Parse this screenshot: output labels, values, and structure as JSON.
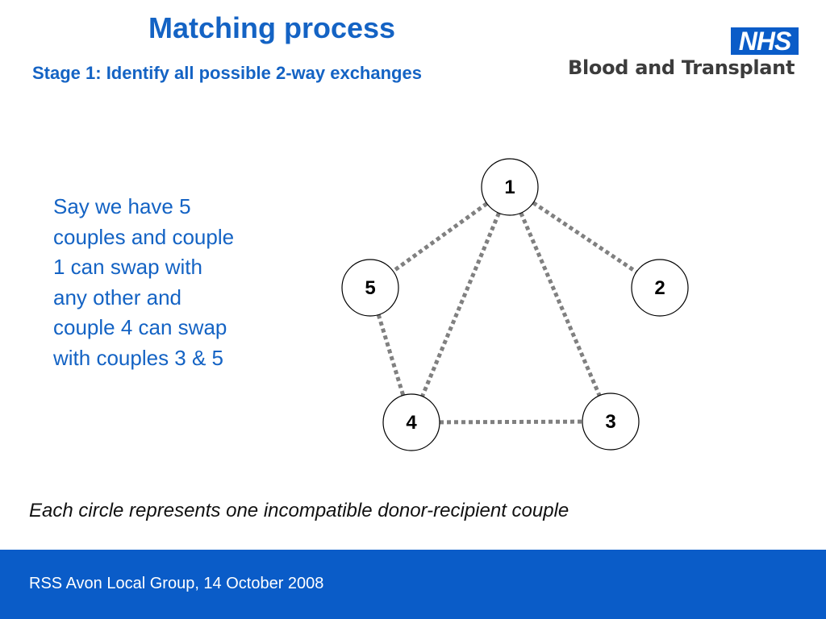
{
  "header": {
    "title": "Matching process",
    "subtitle": "Stage 1: Identify all possible 2-way exchanges"
  },
  "logo": {
    "nhs": "NHS",
    "org": "Blood and Transplant"
  },
  "body_text": "Say we have 5 couples and couple 1 can swap with any other and couple 4 can swap with couples 3 & 5",
  "diagram": {
    "nodes": [
      {
        "id": "1",
        "label": "1"
      },
      {
        "id": "2",
        "label": "2"
      },
      {
        "id": "3",
        "label": "3"
      },
      {
        "id": "4",
        "label": "4"
      },
      {
        "id": "5",
        "label": "5"
      }
    ],
    "edges": [
      {
        "from": "1",
        "to": "5"
      },
      {
        "from": "1",
        "to": "2"
      },
      {
        "from": "1",
        "to": "4"
      },
      {
        "from": "1",
        "to": "3"
      },
      {
        "from": "5",
        "to": "4"
      },
      {
        "from": "4",
        "to": "3"
      }
    ]
  },
  "caption": "Each circle represents one incompatible donor-recipient couple",
  "footer": {
    "text": "RSS Avon Local Group, 14 October 2008"
  },
  "colors": {
    "accent": "#1463c4",
    "footer_bg": "#0a5cc8",
    "edge": "#808080"
  }
}
